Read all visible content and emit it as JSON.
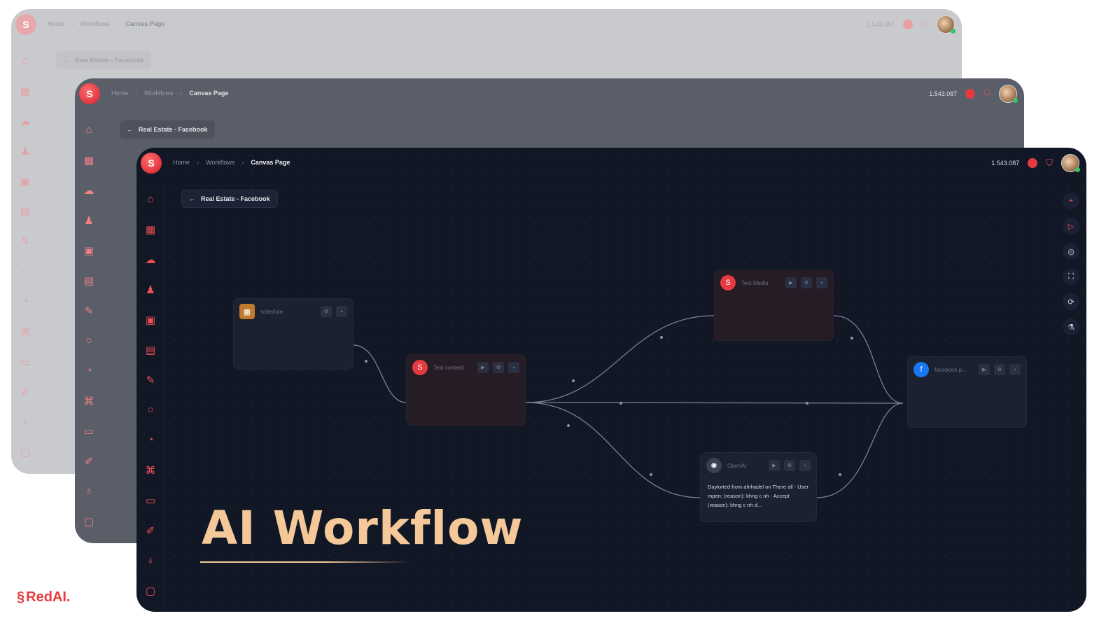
{
  "breadcrumb": {
    "home": "Home",
    "workflows": "Workflows",
    "current": "Canvas Page"
  },
  "header": {
    "credits": "1.543.087"
  },
  "workflow_chip": {
    "label": "Real Estate - Facebook"
  },
  "sidebar": {
    "icons": [
      "home-icon",
      "dashboard-icon",
      "cloud-icon",
      "team-icon",
      "image-icon",
      "calendar-icon",
      "chat-icon",
      "message-icon",
      "chart-icon",
      "shop-icon",
      "box-icon",
      "edit-icon",
      "award-icon",
      "wallet-icon"
    ]
  },
  "right_tools": [
    "plus-icon",
    "play-icon",
    "gamepad-icon",
    "fullscreen-icon",
    "link-icon",
    "flask-icon"
  ],
  "nodes": {
    "schedule": {
      "label": "schedule"
    },
    "text_content": {
      "label": "Text content"
    },
    "text_media": {
      "label": "Text Media"
    },
    "facebook": {
      "label": "facebook p..."
    },
    "openai": {
      "label": "OpenAI",
      "body": "Daylorted from afnhadel on There all - User mpen: (reason): khng c nh - Accept (reason): khng c nh d..."
    }
  },
  "overlay": {
    "title": "AI Workflow",
    "brand": "RedAI."
  },
  "colors": {
    "accent": "#ee4f55",
    "title": "#f5c89a",
    "canvas": "#121726"
  }
}
